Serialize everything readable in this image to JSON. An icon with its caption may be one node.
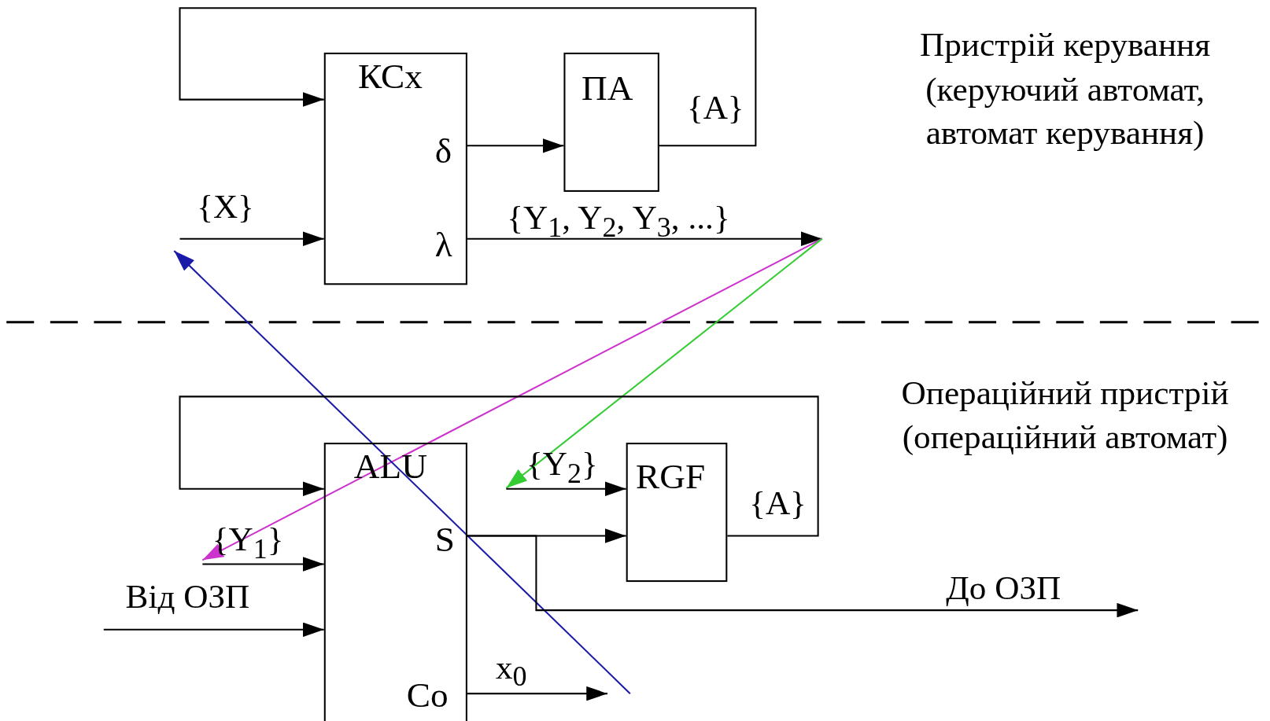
{
  "diagram": {
    "nodes": [
      {
        "text": [
          "КСх",
          "δ",
          "λ"
        ]
      },
      {
        "text": [
          "ПА"
        ]
      },
      {
        "text": [
          "ALU",
          "S",
          "Co"
        ]
      },
      {
        "text": [
          "RGF"
        ]
      },
      {
        "text": [
          "{X}"
        ]
      },
      {
        "text": [
          "{Y$_{2}$}"
        ]
      },
      {
        "text": [
          "{Y$_{1}$}"
        ]
      }
    ],
    "edges": [
      {
        "from": 1,
        "to": 0,
        "arrow": "to",
        "label": "{A}"
      },
      {
        "from": 0,
        "to": 1,
        "arrow": "to"
      },
      {
        "from": 4,
        "to": 0,
        "arrow": "to"
      },
      {
        "from": 0,
        "to": null,
        "arrow": "to",
        "label": "{Y$_{1}$, Y$_{2}$, Y$_{3}$, ...}"
      },
      {
        "from": null,
        "to": 6,
        "arrow": "to",
        "color": "#cc33cc"
      },
      {
        "from": null,
        "to": 5,
        "arrow": "to",
        "color": "#33cc33"
      },
      {
        "from": null,
        "to": 4,
        "arrow": "to",
        "color": "#1a1aa8"
      },
      {
        "from": 3,
        "to": 2,
        "arrow": "to",
        "label": "{A}"
      },
      {
        "from": 5,
        "to": 3,
        "arrow": "to"
      },
      {
        "from": 6,
        "to": 2,
        "arrow": "to"
      },
      {
        "from": null,
        "to": 2,
        "arrow": "to",
        "label": "Від ОЗП"
      },
      {
        "from": 2,
        "to": 3,
        "arrow": "to"
      },
      {
        "from": 2,
        "to": null,
        "arrow": "to",
        "label": "До ОЗП"
      },
      {
        "from": 2,
        "to": null,
        "arrow": "to",
        "label": "x$_{0}$"
      }
    ],
    "labels": [
      "Пристрій керування (керуючий автомат, автомат керування)",
      "Операційний пристрій (операційний автомат)"
    ]
  }
}
